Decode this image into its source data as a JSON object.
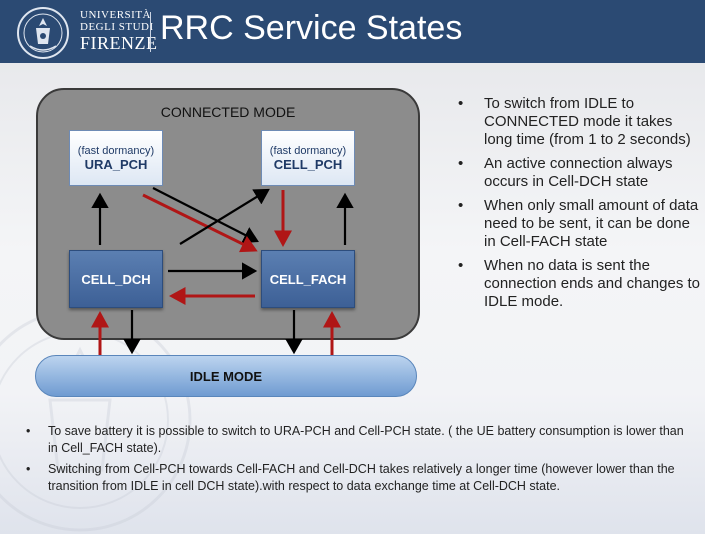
{
  "header": {
    "university_line1": "UNIVERSITÀ",
    "university_line2": "DEGLI STUDI",
    "university_line3": "FIRENZE",
    "title": "RRC Service States",
    "background_color": "#2b4a73"
  },
  "diagram": {
    "connected_mode_label": "CONNECTED MODE",
    "states": {
      "ura_pch": {
        "sub": "(fast dormancy)",
        "label": "URA_PCH"
      },
      "cell_pch": {
        "sub": "(fast dormancy)",
        "label": "CELL_PCH"
      },
      "cell_dch": {
        "label": "CELL_DCH"
      },
      "cell_fach": {
        "label": "CELL_FACH"
      }
    },
    "idle_label": "IDLE MODE",
    "colors": {
      "black_arrow": "#000000",
      "red_arrow": "#b01616"
    }
  },
  "right_bullets": [
    "To switch from IDLE to CONNECTED mode it takes long time (from 1 to 2 seconds)",
    "An active connection always occurs in Cell-DCH state",
    "When only small amount of data need to be sent, it can be done in Cell-FACH state",
    "When no data is sent the connection ends and changes to IDLE mode."
  ],
  "bottom_bullets": [
    "To save battery it is possible to switch to URA-PCH and Cell-PCH state. ( the UE battery consumption is lower than in Cell_FACH state).",
    "Switching from Cell-PCH towards Cell-FACH and Cell-DCH takes relatively a longer time (however lower than the transition from IDLE in cell DCH state).with respect to data exchange time at Cell-DCH state."
  ],
  "bullet_glyph": "•"
}
